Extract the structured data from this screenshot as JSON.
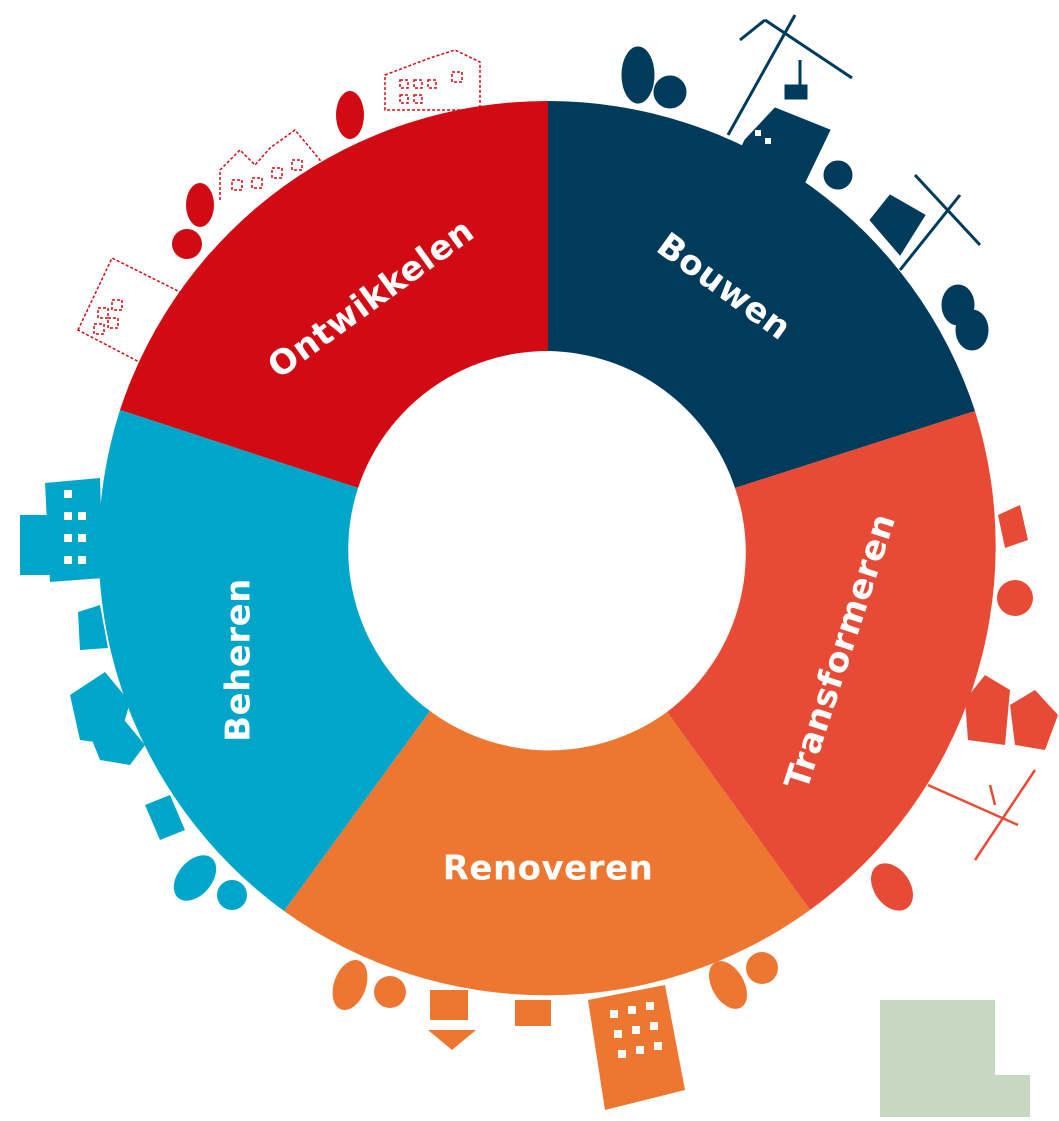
{
  "segments": [
    {
      "key": "ontwikkelen",
      "label": "Ontwikkelen",
      "color": "#d10a14"
    },
    {
      "key": "bouwen",
      "label": "Bouwen",
      "color": "#003b5c"
    },
    {
      "key": "transformeren",
      "label": "Transformeren",
      "color": "#e84b35"
    },
    {
      "key": "renoveren",
      "label": "Renoveren",
      "color": "#ed7731"
    },
    {
      "key": "beheren",
      "label": "Beheren",
      "color": "#00a6c9"
    }
  ],
  "corner_block_color": "#c6d8c2"
}
